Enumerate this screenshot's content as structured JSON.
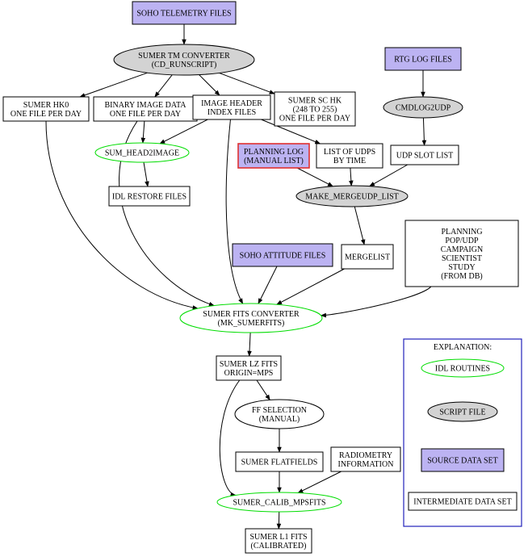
{
  "colors": {
    "source": "#bcb3f2",
    "script": "#d3d3d3",
    "idl": "#00dd00",
    "planning_border": "#e03030",
    "legend_border": "#2222bb",
    "line": "#000000"
  },
  "nodes": {
    "soho_tm": [
      "SOHO TELEMETRY FILES"
    ],
    "sumer_tm_converter": [
      "SUMER TM CONVERTER",
      "(CD_RUNSCRIPT)"
    ],
    "rtg_log": [
      "RTG LOG FILES"
    ],
    "hk0": [
      "SUMER HK0",
      "ONE FILE PER DAY"
    ],
    "binary_image": [
      "BINARY IMAGE DATA",
      "ONE FILE PER DAY"
    ],
    "image_header": [
      "IMAGE HEADER",
      "INDEX FILES"
    ],
    "sc_hk": [
      "SUMER SC HK",
      "(248 TO 255)",
      "ONE FILE PER DAY"
    ],
    "cmdlog2udp": [
      "CMDLOG2UDP"
    ],
    "sum_head2image": [
      "SUM_HEAD2IMAGE"
    ],
    "planning_log": [
      "PLANNING LOG",
      "(MANUAL LIST)"
    ],
    "list_udps": [
      "LIST OF UDPS",
      "BY TIME"
    ],
    "udp_slot": [
      "UDP SLOT LIST"
    ],
    "idl_restore": [
      "IDL RESTORE FILES"
    ],
    "make_mergeudp": [
      "MAKE_MERGEUDP_LIST"
    ],
    "soho_attitude": [
      "SOHO ATTITUDE FILES"
    ],
    "mergelist": [
      "MERGELIST"
    ],
    "planning_db": [
      "PLANNING",
      "POP/UDP",
      "CAMPAIGN",
      "SCIENTIST",
      "STUDY",
      "(FROM DB)"
    ],
    "fits_converter": [
      "SUMER FITS CONVERTER",
      "(MK_SUMERFITS)"
    ],
    "lz_fits": [
      "SUMER LZ FITS",
      "ORIGIN=MPS"
    ],
    "ff_selection": [
      "FF SELECTION",
      "(MANUAL)"
    ],
    "flatfields": [
      "SUMER FLATFIELDS"
    ],
    "radiometry": [
      "RADIOMETRY",
      "INFORMATION"
    ],
    "calib": [
      "SUMER_CALIB_MPSFITS"
    ],
    "l1_fits": [
      "SUMER L1 FITS",
      "(CALIBRATED)"
    ]
  },
  "legend": {
    "title": "EXPLANATION:",
    "idl": "IDL ROUTINES",
    "script": "SCRIPT FILE",
    "source": "SOURCE DATA SET",
    "intermediate": "INTERMEDIATE DATA SET"
  },
  "edges": [
    [
      "soho_tm",
      "sumer_tm_converter"
    ],
    [
      "sumer_tm_converter",
      "hk0"
    ],
    [
      "sumer_tm_converter",
      "binary_image"
    ],
    [
      "sumer_tm_converter",
      "image_header"
    ],
    [
      "sumer_tm_converter",
      "sc_hk"
    ],
    [
      "rtg_log",
      "cmdlog2udp"
    ],
    [
      "cmdlog2udp",
      "udp_slot"
    ],
    [
      "binary_image",
      "sum_head2image"
    ],
    [
      "image_header",
      "sum_head2image"
    ],
    [
      "image_header",
      "list_udps"
    ],
    [
      "sum_head2image",
      "idl_restore"
    ],
    [
      "planning_log",
      "make_mergeudp"
    ],
    [
      "list_udps",
      "make_mergeudp"
    ],
    [
      "udp_slot",
      "make_mergeudp"
    ],
    [
      "make_mergeudp",
      "mergelist"
    ],
    [
      "hk0",
      "fits_converter"
    ],
    [
      "binary_image",
      "fits_converter"
    ],
    [
      "image_header",
      "fits_converter"
    ],
    [
      "soho_attitude",
      "fits_converter"
    ],
    [
      "mergelist",
      "fits_converter"
    ],
    [
      "planning_db",
      "fits_converter"
    ],
    [
      "fits_converter",
      "lz_fits"
    ],
    [
      "lz_fits",
      "ff_selection"
    ],
    [
      "lz_fits",
      "calib"
    ],
    [
      "ff_selection",
      "flatfields"
    ],
    [
      "flatfields",
      "calib"
    ],
    [
      "radiometry",
      "calib"
    ],
    [
      "calib",
      "l1_fits"
    ]
  ]
}
